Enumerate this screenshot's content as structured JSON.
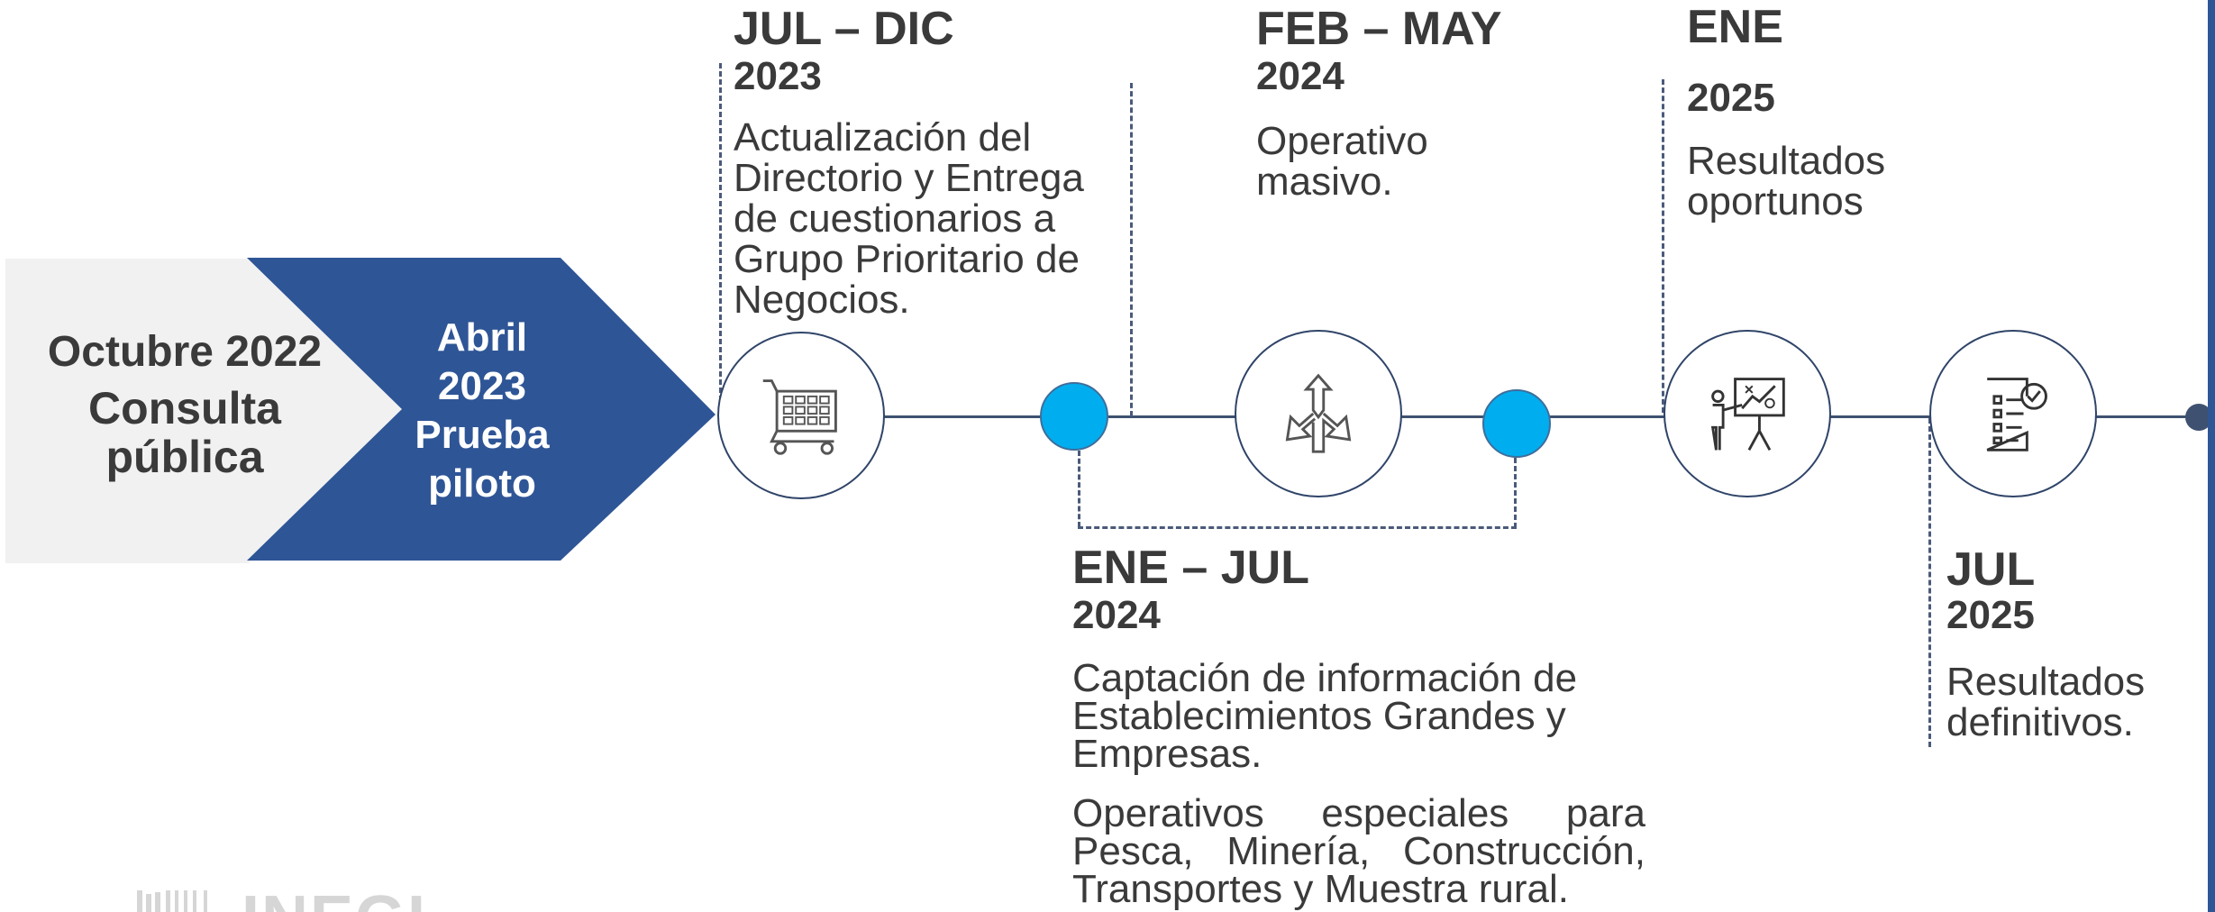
{
  "colors": {
    "accent_blue": "#2e5596",
    "dot_cyan": "#00aeef",
    "gray_panel": "#f1f1f1",
    "line": "#3e5170",
    "text": "#3a3a3a"
  },
  "start": {
    "month": "Octubre",
    "year": "2022",
    "title": "Consulta pública"
  },
  "pilot": {
    "l1": "Abril",
    "l2": "2023",
    "l3": "Prueba",
    "l4": "piloto"
  },
  "milestones": {
    "m1": {
      "period": "JUL – DIC",
      "year": "2023",
      "desc": "Actualización del Directorio y Entrega de cuestionarios a Grupo Prioritario de Negocios.",
      "icon": "shopping-cart-icon"
    },
    "m2": {
      "period": "FEB – MAY",
      "year": "2024",
      "desc": "Operativo masivo.",
      "icon": "split-arrows-icon"
    },
    "m3": {
      "period": "ENE – JUL",
      "year": "2024",
      "desc1": "Captación de información de Establecimientos Grandes y Empresas.",
      "desc2": "Operativos especiales para Pesca, Minería, Construcción, Transportes y Muestra rural."
    },
    "m4": {
      "period": "ENE",
      "year": "2025",
      "desc": "Resultados oportunos",
      "icon": "presenter-chart-icon"
    },
    "m5": {
      "period": "JUL",
      "year": "2025",
      "desc": "Resultados definitivos.",
      "icon": "checklist-document-icon"
    }
  },
  "logo": {
    "text": "INEGI"
  }
}
